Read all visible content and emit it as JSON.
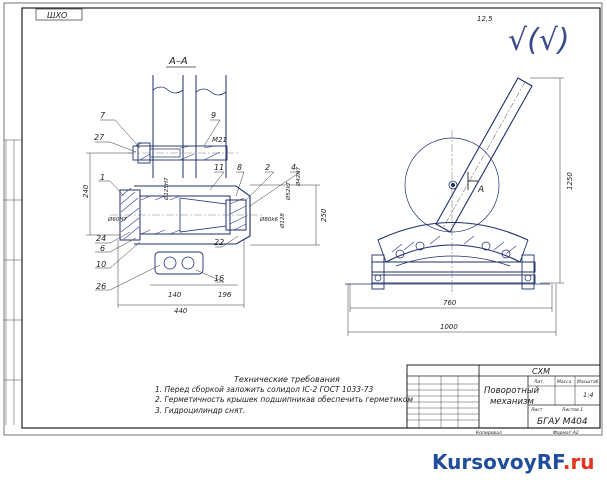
{
  "stamp_top_left": "ШХО",
  "roughness": {
    "value": "12,5",
    "symbol": "√(√)"
  },
  "section": {
    "label": "А–А",
    "cut_label": "А"
  },
  "callouts_left": [
    "7",
    "27",
    "1",
    "24",
    "6",
    "10",
    "26"
  ],
  "callouts_right": [
    "9",
    "11",
    "8",
    "2",
    "4",
    "22",
    "16"
  ],
  "dimensions": {
    "d21": "M21",
    "d240": "240",
    "d250": "250",
    "d140": "140",
    "d196": "196",
    "d440": "440",
    "d760": "760",
    "d1000": "1000",
    "d1250": "1250",
    "fit1": "Ø125H7",
    "fit2": "Ø60H7",
    "fit3": "Ø80k6",
    "fit4": "Ø128",
    "fit5": "Ø52k7",
    "fit6": "Ø42H7"
  },
  "tech_requirements": {
    "heading": "Технические требования",
    "items": [
      "1. Перед сборкой заложить солидол IС-2 ГОСТ 1033-73",
      "2. Герметичность крышек подшипникав обеспечить герметиком",
      "3. Гидроцилиндр снят."
    ]
  },
  "title_block": {
    "project": "СХМ",
    "title_line1": "Поворотный",
    "title_line2": "механизм",
    "organization": "БГАУ М404",
    "scale": "1:4",
    "hdr_lit": "Лит.",
    "hdr_mass": "Масса",
    "hdr_scale": "Масштаб",
    "hdr_sheet": "Лист",
    "hdr_sheets": "Листов 1",
    "copied": "Копировал",
    "format": "Формат A2"
  },
  "watermark": {
    "part1": "KursovoyRF",
    "part2": ".ru"
  }
}
